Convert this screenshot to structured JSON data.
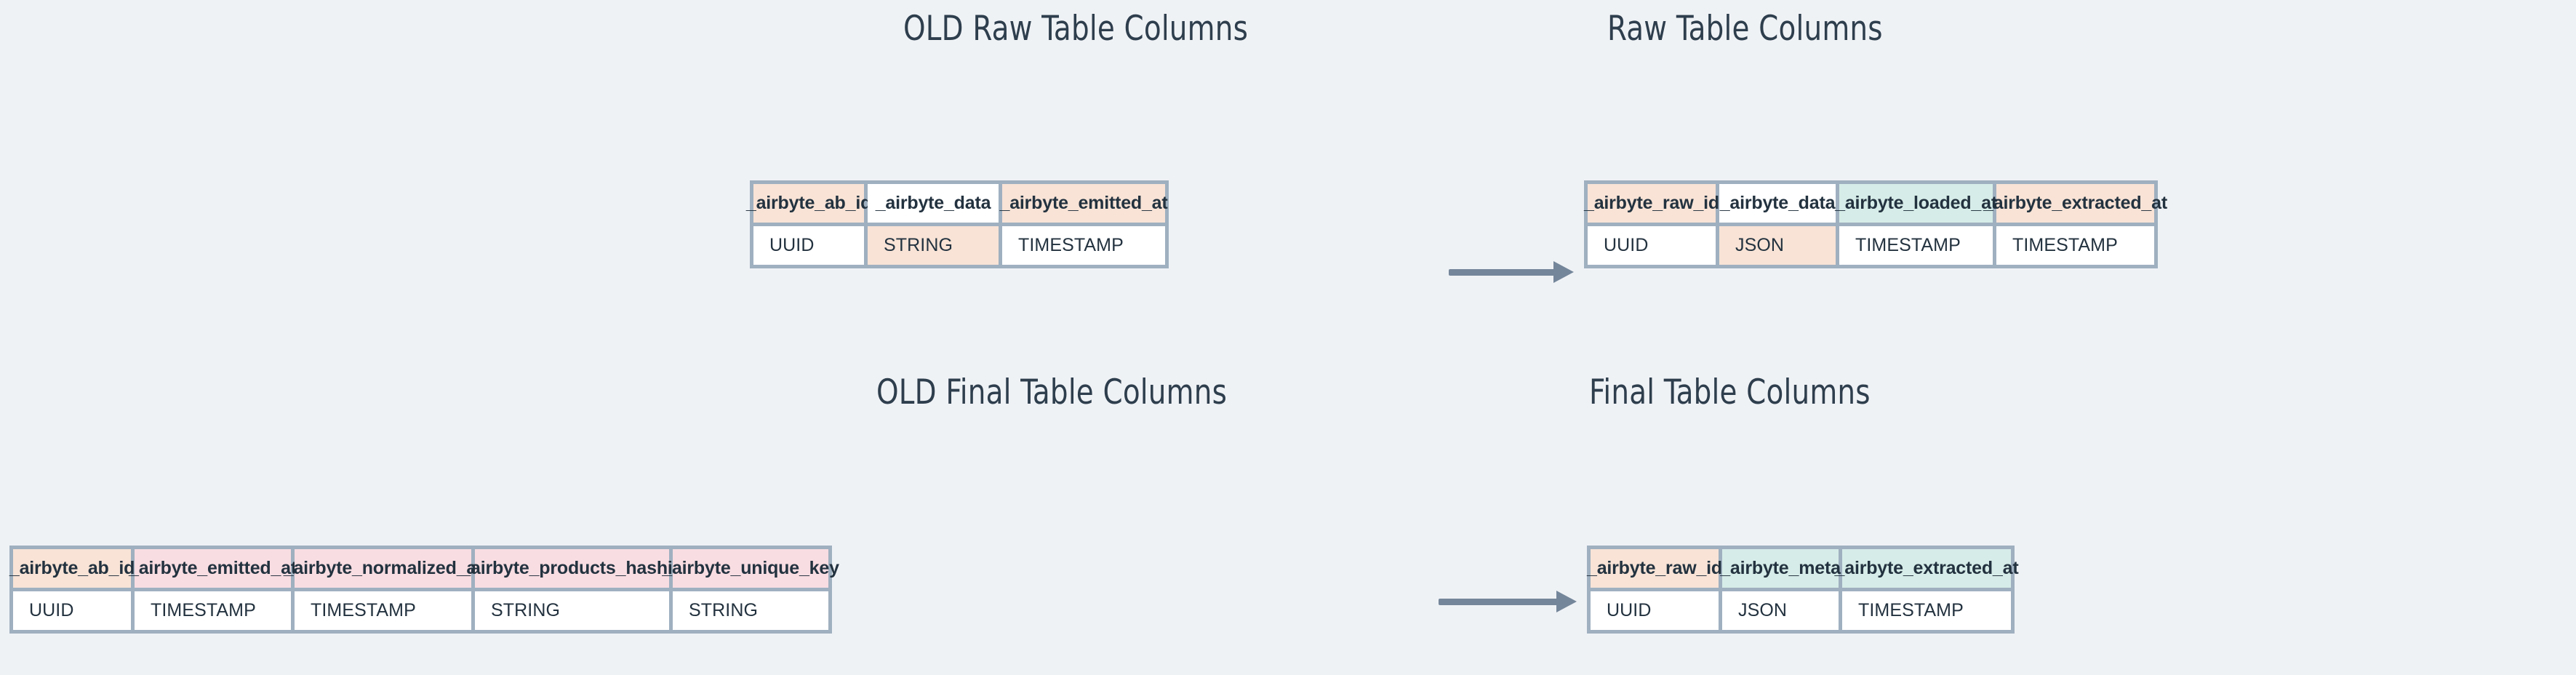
{
  "background_color": "#eff2f5",
  "palette": {
    "border": "#9fb0c0",
    "peach": "#f8e3d6",
    "pink": "#f8dde2",
    "mint": "#d6ece8",
    "white": "#ffffff",
    "text": "#23323f",
    "title_text": "#2e3e4d",
    "arrow": "#74869a"
  },
  "sections": [
    {
      "id": "raw",
      "old_title": "OLD Raw Table Columns",
      "new_title": "Raw Table Columns",
      "arrow_name": "migration-arrow-raw",
      "old_table": {
        "name": "old-raw-table",
        "columns": [
          {
            "header": "_airbyte_ab_id",
            "header_color": "peach",
            "type": "UUID",
            "type_color": "white"
          },
          {
            "header": "_airbyte_data",
            "header_color": "white",
            "type": "STRING",
            "type_color": "peach"
          },
          {
            "header": "_airbyte_emitted_at",
            "header_color": "peach",
            "type": "TIMESTAMP",
            "type_color": "white"
          }
        ]
      },
      "new_table": {
        "name": "new-raw-table",
        "columns": [
          {
            "header": "_airbyte_raw_id",
            "header_color": "peach",
            "type": "UUID",
            "type_color": "white"
          },
          {
            "header": "_airbyte_data",
            "header_color": "white",
            "type": "JSON",
            "type_color": "peach"
          },
          {
            "header": "_airbyte_loaded_at",
            "header_color": "mint",
            "type": "TIMESTAMP",
            "type_color": "white"
          },
          {
            "header": "_airbyte_extracted_at",
            "header_color": "peach",
            "type": "TIMESTAMP",
            "type_color": "white"
          }
        ]
      }
    },
    {
      "id": "final",
      "old_title": "OLD Final Table Columns",
      "new_title": "Final Table Columns",
      "arrow_name": "migration-arrow-final",
      "old_table": {
        "name": "old-final-table",
        "columns": [
          {
            "header": "_airbyte_ab_id",
            "header_color": "peach",
            "type": "UUID",
            "type_color": "white"
          },
          {
            "header": "_airbyte_emitted_at",
            "header_color": "pink",
            "type": "TIMESTAMP",
            "type_color": "white"
          },
          {
            "header": "_airbyte_normalized_at",
            "header_color": "pink",
            "type": "TIMESTAMP",
            "type_color": "white"
          },
          {
            "header": "_airbyte_products_hashid",
            "header_color": "pink",
            "type": "STRING",
            "type_color": "white"
          },
          {
            "header": "_airbyte_unique_key",
            "header_color": "pink",
            "type": "STRING",
            "type_color": "white"
          }
        ]
      },
      "new_table": {
        "name": "new-final-table",
        "columns": [
          {
            "header": "_airbyte_raw_id",
            "header_color": "peach",
            "type": "UUID",
            "type_color": "white"
          },
          {
            "header": "_airbyte_meta",
            "header_color": "mint",
            "type": "JSON",
            "type_color": "white"
          },
          {
            "header": "_airbyte_extracted_at",
            "header_color": "mint",
            "type": "TIMESTAMP",
            "type_color": "white"
          }
        ]
      }
    }
  ]
}
